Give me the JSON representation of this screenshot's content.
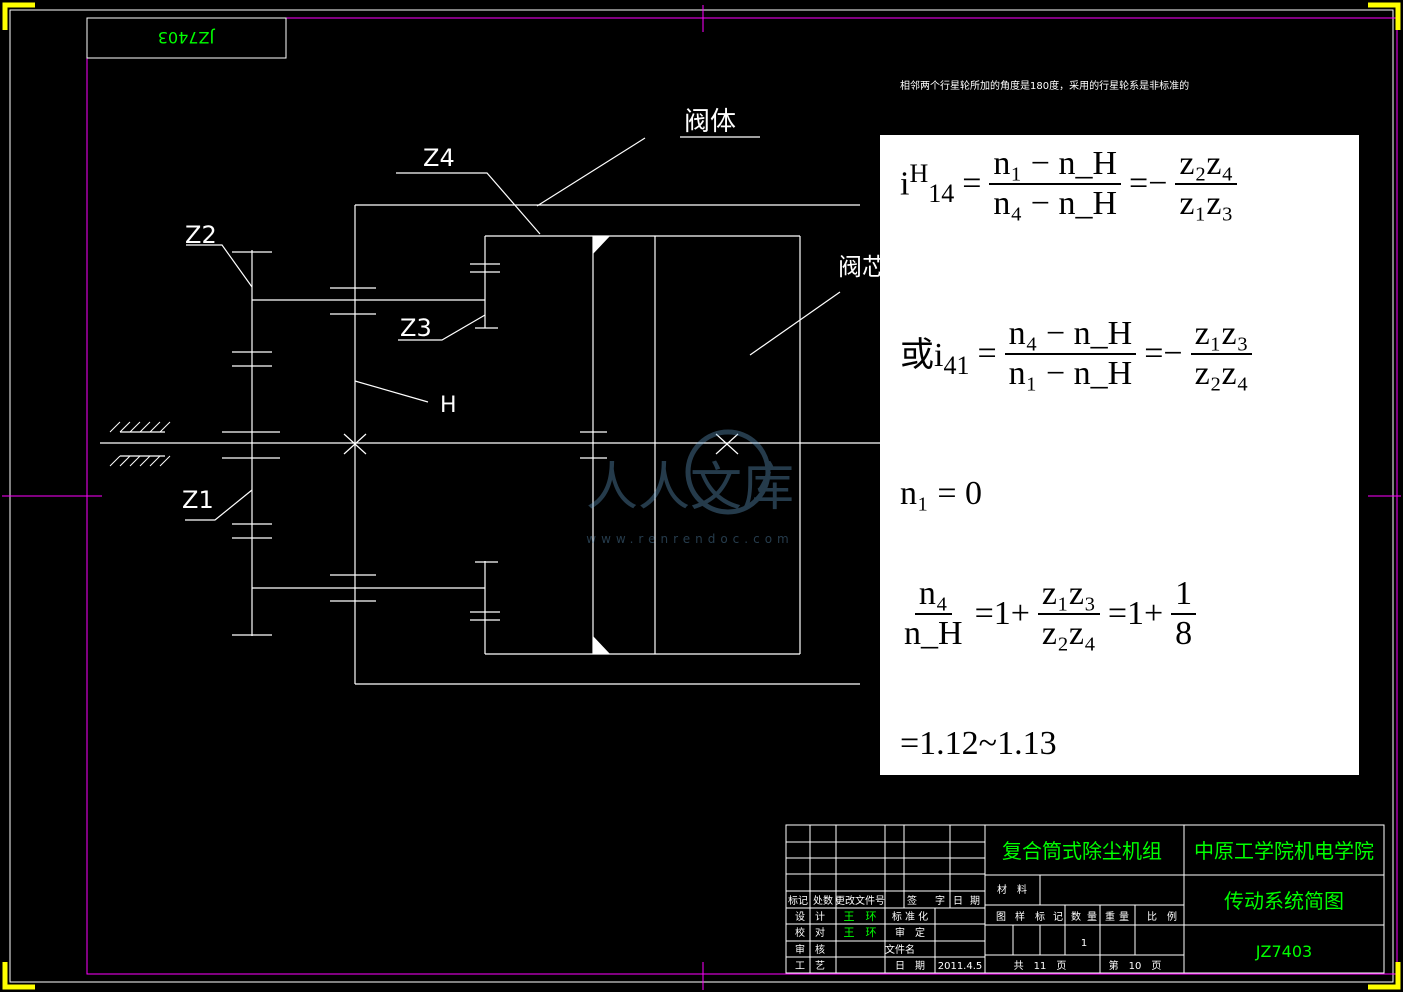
{
  "drawing_code_mirrored": "JZ7403",
  "note": "相邻两个行星轮所加的角度是180度，采用的行星轮系是非标准的",
  "labels": {
    "valve_body": "阀体",
    "valve_core": "阀芯",
    "z4": "Z4",
    "z2": "Z2",
    "z3": "Z3",
    "z1": "Z1",
    "h": "H"
  },
  "watermark": {
    "text": "人人文库",
    "url": "www.renrendoc.com"
  },
  "formulas": {
    "eq1": {
      "lhs": "i",
      "lhs_sup": "H",
      "lhs_sub": "14",
      "num": "n₁ − n_H",
      "den": "n₄ − n_H",
      "rhs_sign": "=−",
      "rhs_num": "z₂z₄",
      "rhs_den": "z₁z₃"
    },
    "eq2": {
      "prefix": "或",
      "lhs": "i",
      "lhs_sub": "41",
      "num": "n₄ − n_H",
      "den": "n₁ − n_H",
      "rhs_sign": "=−",
      "rhs_num": "z₁z₃",
      "rhs_den": "z₂z₄"
    },
    "eq3": "n₁ = 0",
    "eq4": {
      "num": "n₄",
      "den": "n_H",
      "mid": "=1+",
      "mid_num": "z₁z₃",
      "mid_den": "z₂z₄",
      "end": "=1+",
      "end_num": "1",
      "end_den": "8"
    },
    "eq5": "=1.12~1.13"
  },
  "title_block": {
    "product_name": "复合筒式除尘机组",
    "school": "中原工学院机电学院",
    "drawing_name": "传动系统简图",
    "drawing_no": "JZ7403",
    "rev_headers": [
      "标记",
      "处数",
      "更改文件号",
      "签",
      "字",
      "日",
      "期"
    ],
    "role_rows": [
      {
        "role": "设　计",
        "name": "王　环",
        "role2": "标 准 化"
      },
      {
        "role": "校　对",
        "name": "王　环",
        "role2": "审　定"
      },
      {
        "role": "审　核",
        "name": "",
        "role2": "文件名"
      },
      {
        "role": "工　艺",
        "name": "",
        "role2": "日　期"
      }
    ],
    "material_label": "材　料",
    "stage_headers": [
      "图",
      "样",
      "标",
      "记",
      "数",
      "量",
      "重",
      "量",
      "比",
      "例"
    ],
    "quantity": "1",
    "date": "2011.4.5",
    "total_pages_label": "共　11　页",
    "page_label": "第　10　页"
  },
  "colors": {
    "frame_magenta": "#ff00ff",
    "corner_yellow": "#ffff00",
    "title_green": "#00ff00",
    "line_white": "#ffffff"
  }
}
